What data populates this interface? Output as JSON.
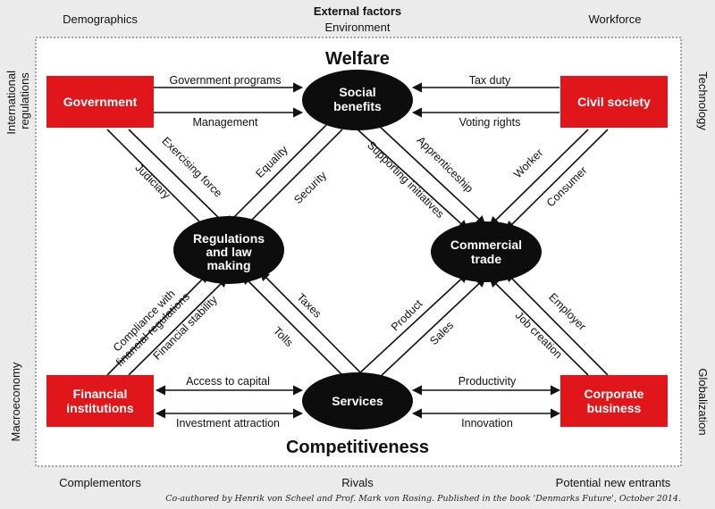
{
  "title": "External factors",
  "external": {
    "top_left": "Demographics",
    "top_center": "Environment",
    "top_right": "Workforce",
    "left_top": "International regulations",
    "left_bottom": "Macroeconomy",
    "right_top": "Technology",
    "right_bottom": "Globalization",
    "bottom_left": "Complementors",
    "bottom_center": "Rivals",
    "bottom_right": "Potential new entrants"
  },
  "sections": {
    "welfare": "Welfare",
    "competitiveness": "Competitiveness"
  },
  "nodes": {
    "government": "Government",
    "civil_society": "Civil society",
    "financial_institutions": [
      "Financial",
      "institutions"
    ],
    "corporate_business": [
      "Corporate",
      "business"
    ],
    "social_benefits": [
      "Social",
      "benefits"
    ],
    "regulations": [
      "Regulations",
      "and law",
      "making"
    ],
    "commercial_trade": [
      "Commercial",
      "trade"
    ],
    "services": "Services"
  },
  "edges": {
    "government_programs": "Government programs",
    "management": "Management",
    "tax_duty": "Tax duty",
    "voting_rights": "Voting rights",
    "exercising_force": "Exercising force",
    "judiciary": "Judiciary",
    "equality": "Equality",
    "security": "Security",
    "supporting_initiatives": "Supporting initiatives",
    "apprenticeship": "Apprenticeship",
    "worker": "Worker",
    "consumer": "Consumer",
    "compliance": [
      "Compliance with",
      "financial regulations"
    ],
    "financial_stability": "Financial stability",
    "taxes": "Taxes",
    "tolls": "Tolls",
    "product": "Product",
    "sales": "Sales",
    "employer": "Employer",
    "job_creation": "Job creation",
    "access_to_capital": "Access to capital",
    "investment_attraction": "Investment attraction",
    "productivity": "Productivity",
    "innovation": "Innovation"
  },
  "credit": "Co-authored by Henrik von Scheel and Prof. Mark von Rosing. Published in the book 'Denmarks Future', October 2014.",
  "colors": {
    "red": "#e0161b",
    "ellipse": "#0d0d0d",
    "background": "#ebebeb",
    "panel": "#ffffff"
  }
}
